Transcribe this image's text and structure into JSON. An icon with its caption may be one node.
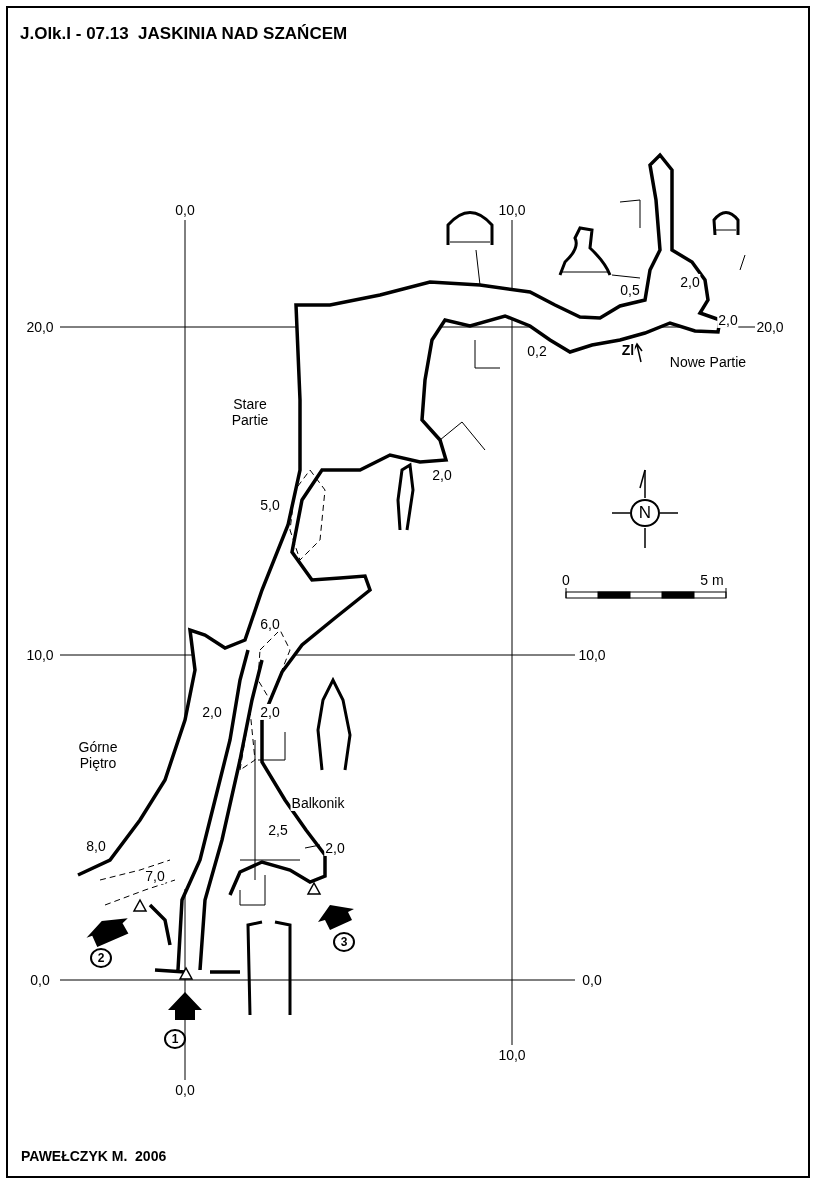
{
  "diagram": {
    "title": "J.Olk.I - 07.13  JASKINIA NAD SZAŃCEM",
    "labels": [
      "0,0",
      "10,0",
      "2,0",
      "0,5",
      "2,0",
      "20,0",
      "20,0",
      "0,2",
      "Zl",
      "Nowe Partie",
      "Stare Partie",
      "2,0",
      "5,0",
      "N",
      "0",
      "5 m",
      "6,0",
      "10,0",
      "10,0",
      "2,0",
      "2,0",
      "Górne Piętro",
      "Balkonik",
      "2,5",
      "8,0",
      "2,0",
      "7,0",
      "3",
      "2",
      "0,0",
      "0,0",
      "1",
      "10,0",
      "0,0",
      "PAWEŁCZYK M.  2006"
    ]
  }
}
